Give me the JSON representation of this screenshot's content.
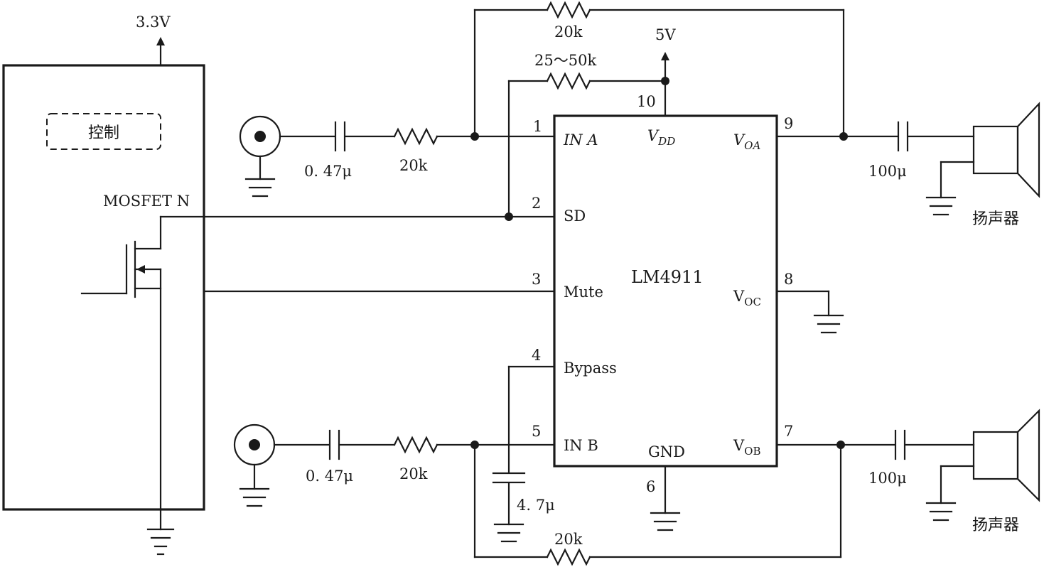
{
  "supply": {
    "v33": "3.3V",
    "v5": "5V"
  },
  "controller": {
    "control_label": "控制",
    "mosfet_label": "MOSFET N"
  },
  "ic": {
    "name": "LM4911",
    "pins": {
      "in_a": {
        "num": "1",
        "label": "IN A"
      },
      "sd": {
        "num": "2",
        "label": "SD"
      },
      "mute": {
        "num": "3",
        "label": "Mute"
      },
      "bypass": {
        "num": "4",
        "label": "Bypass"
      },
      "in_b": {
        "num": "5",
        "label": "IN B"
      },
      "gnd": {
        "num": "6",
        "label": "GND"
      },
      "vob": {
        "num": "7",
        "label": "V",
        "sub": "OB"
      },
      "voc": {
        "num": "8",
        "label": "V",
        "sub": "OC"
      },
      "voa": {
        "num": "9",
        "label": "V",
        "sub": "OA"
      },
      "vdd": {
        "num": "10",
        "label": "V",
        "sub": "DD"
      }
    }
  },
  "components": {
    "c_in_a": "0. 47μ",
    "r_in_a": "20k",
    "r_fb_a": "20k",
    "r_sd": "25～50k",
    "c_in_b": "0. 47μ",
    "r_in_b": "20k",
    "r_fb_b": "20k",
    "c_bypass": "4. 7μ",
    "c_out_a": "100μ",
    "c_out_b": "100μ"
  },
  "speakers": {
    "top": "扬声器",
    "bottom": "扬声器"
  }
}
